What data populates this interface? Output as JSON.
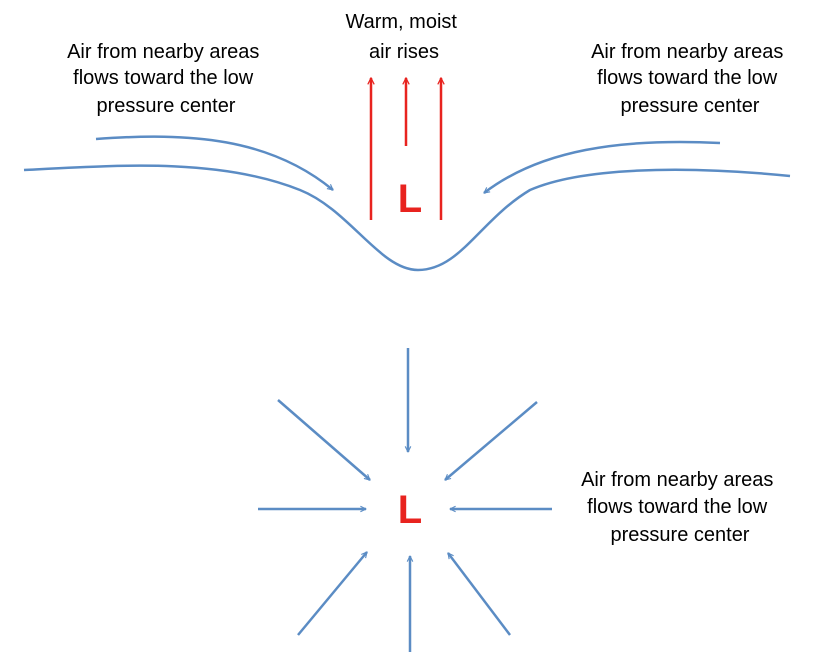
{
  "top_panel": {
    "rising_label": [
      "Warm, moist",
      "air rises"
    ],
    "left_label": [
      "Air from nearby areas",
      "flows toward the low",
      "pressure center"
    ],
    "right_label": [
      "Air from nearby areas",
      "flows toward the low",
      "pressure center"
    ],
    "low_symbol": "L"
  },
  "bottom_panel": {
    "low_symbol": "L",
    "label": [
      "Air from nearby areas",
      "flows toward the low",
      "pressure center"
    ]
  },
  "colors": {
    "flow_arrow": "#5b8cc4",
    "rising_arrow": "#e8231f",
    "low_symbol": "#e8231f",
    "text": "#000000"
  }
}
